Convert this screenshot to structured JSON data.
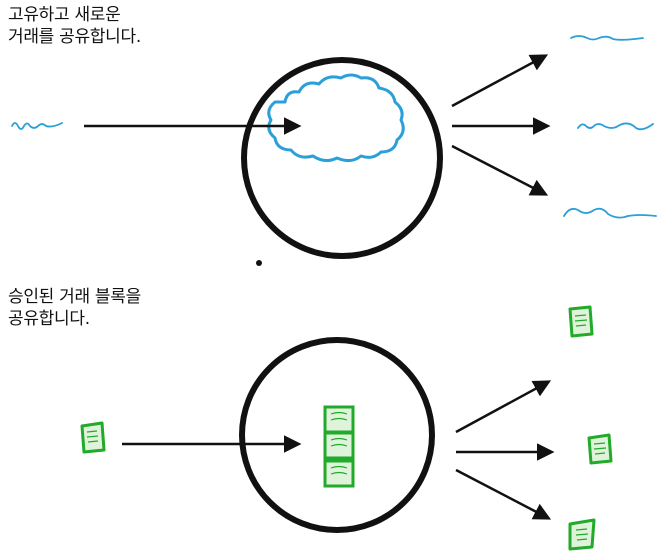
{
  "captions": {
    "top": [
      "고유하고 새로운",
      "거래를 공유합니다."
    ],
    "bottom": [
      "승인된 거래 블록을",
      "공유합니다."
    ]
  },
  "colors": {
    "ink": "#111111",
    "transaction_blue": "#2a9fd8",
    "block_green": "#22aa2a",
    "block_fill": "#dff3da"
  },
  "icons": {
    "transaction": "squiggle-line-icon",
    "block": "document-icon"
  }
}
